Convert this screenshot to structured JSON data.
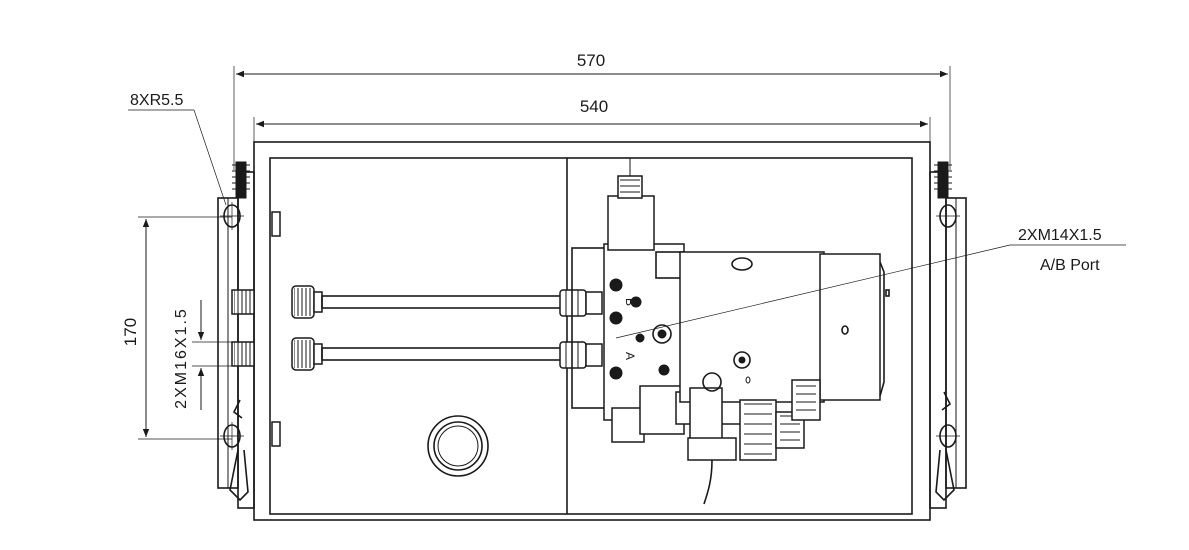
{
  "dimensions": {
    "overall_width": "570",
    "frame_width": "540",
    "hole_spacing": "170",
    "mount_holes": "8XR5.5",
    "side_ports": "2XM16X1.5",
    "ab_ports": "2XM14X1.5",
    "ab_ports_sub": "A/B Port"
  },
  "ports": {
    "b_label": "B",
    "a_label": "A"
  }
}
